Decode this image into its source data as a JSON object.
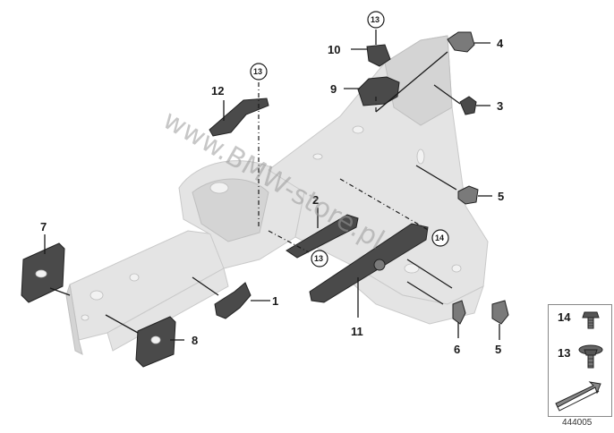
{
  "diagram": {
    "watermark": "www.BMW-store.pl",
    "diagram_number": "444005",
    "callouts": {
      "c1": "1",
      "c2": "2",
      "c3": "3",
      "c4": "4",
      "c5a": "5",
      "c5b": "5",
      "c6": "6",
      "c7": "7",
      "c8": "8",
      "c9": "9",
      "c10": "10",
      "c11": "11",
      "c12": "12"
    },
    "circled_refs": {
      "r13a": "13",
      "r13b": "13",
      "r13c": "13",
      "r14": "14"
    },
    "legend": {
      "item14": "14",
      "item13": "13"
    }
  }
}
